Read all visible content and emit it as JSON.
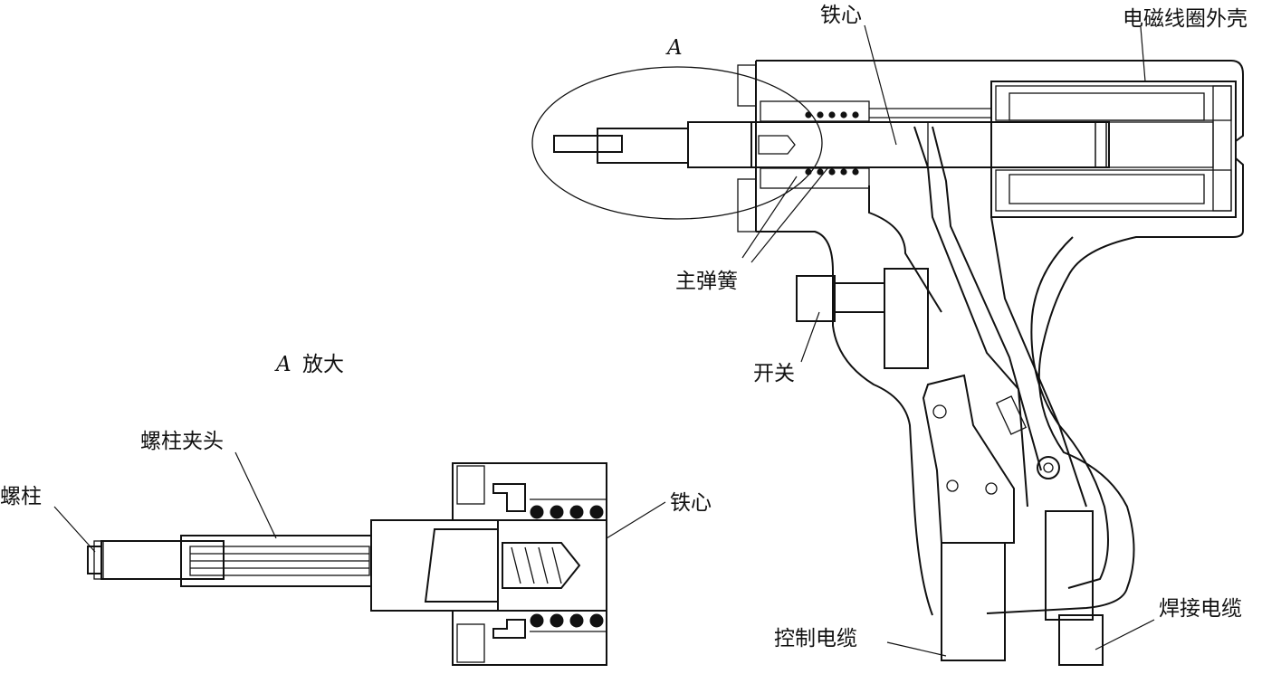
{
  "labels": {
    "iron_core_top": "铁心",
    "coil_housing": "电磁线圈外壳",
    "detail_marker": "A",
    "main_spring": "主弹簧",
    "switch": "开关",
    "detail_title_letter": "A",
    "detail_title_text": "放大",
    "stud_chuck": "螺柱夹头",
    "stud": "螺柱",
    "iron_core_detail": "铁心",
    "control_cable": "控制电缆",
    "welding_cable": "焊接电缆"
  }
}
